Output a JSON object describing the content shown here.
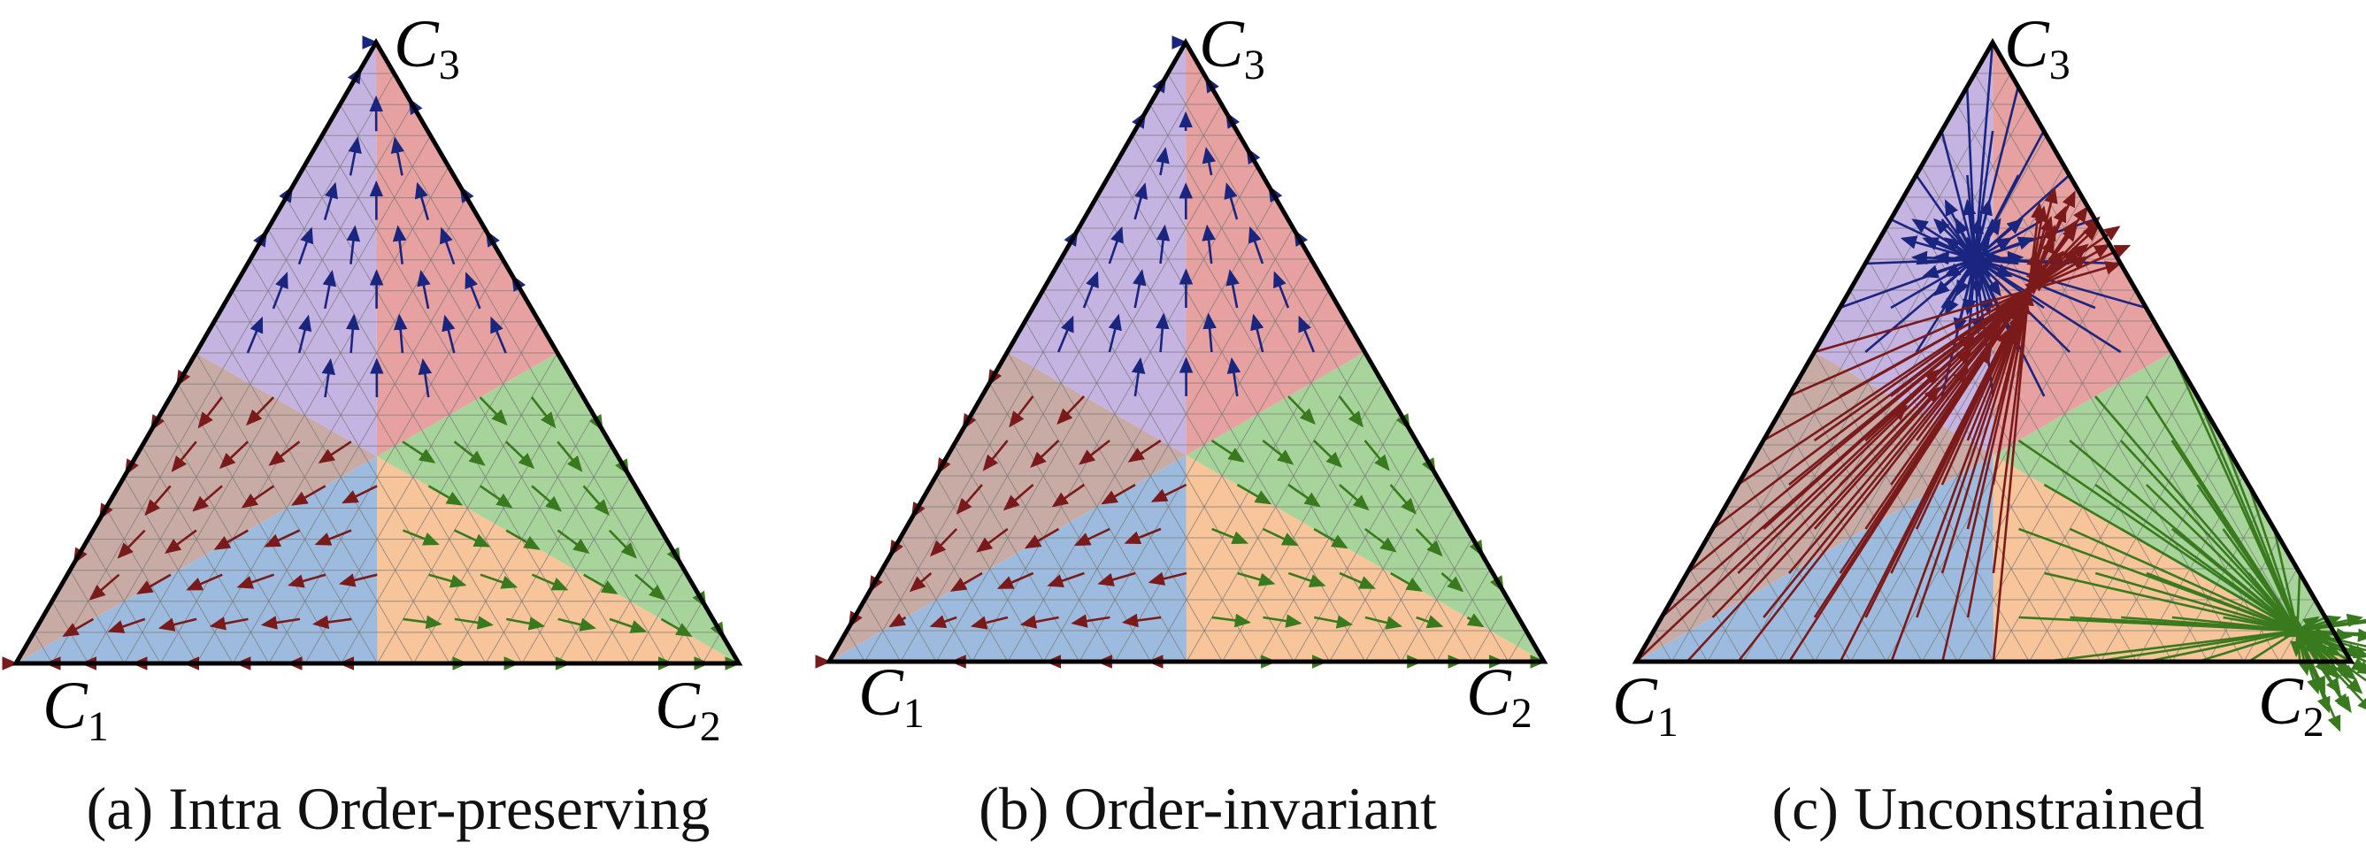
{
  "vertex_labels": {
    "c1": "C",
    "c1_sub": "1",
    "c2": "C",
    "c2_sub": "2",
    "c3": "C",
    "c3_sub": "3"
  },
  "colors": {
    "region_c3_c1_side": "#c5b3e2",
    "region_c3_c2_side": "#e7a1a0",
    "region_c2_c3_side": "#a6d49a",
    "region_c2_c1_side": "#f8c49a",
    "region_c1_c2_side": "#9dbbde",
    "region_c1_c3_side": "#c9aba6",
    "arrow_c1": "#7a1a1a",
    "arrow_c2": "#3a7a1e",
    "arrow_c3": "#1a2580",
    "grid": "#777777",
    "edge": "#000000"
  },
  "panels": [
    {
      "caption": "(a) Intra Order-preserving",
      "field": "intra"
    },
    {
      "caption": "(b) Order-invariant",
      "field": "invariant"
    },
    {
      "caption": "(c) Unconstrained",
      "field": "unconstrained"
    }
  ]
}
